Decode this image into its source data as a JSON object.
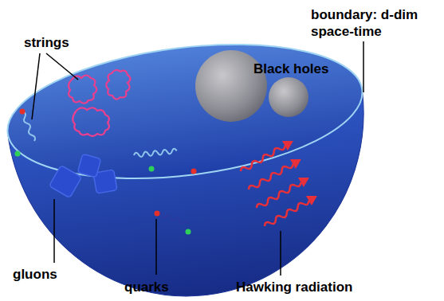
{
  "diagram": {
    "labels": [
      "strings",
      "boundary: d-dim space-time",
      "Black holes",
      "gluons",
      "quarks",
      "Hawking radiation"
    ]
  }
}
